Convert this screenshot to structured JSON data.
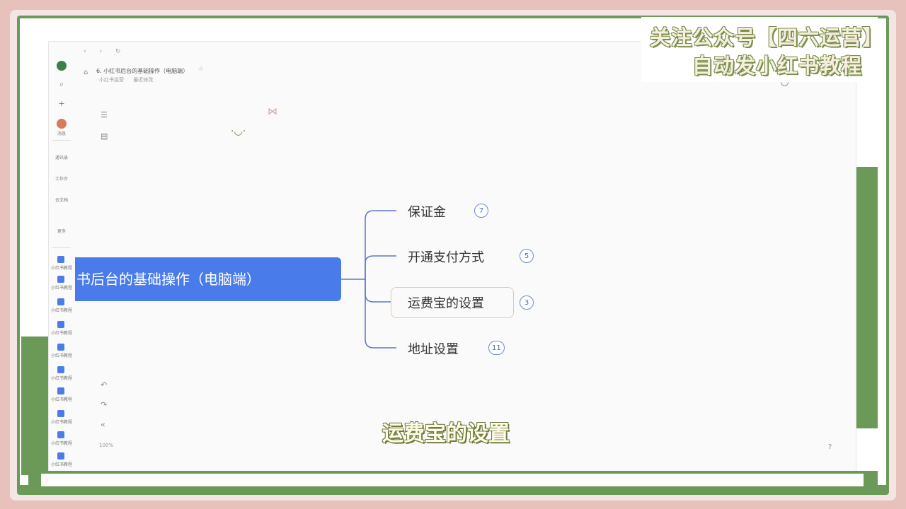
{
  "watermark": {
    "line1": "关注公众号【四六运营】",
    "line2": "自动发小红书教程"
  },
  "subtitle": "运费宝的设置",
  "toolbar": {
    "back_icon": "left-arrow-icon",
    "forward_icon": "right-arrow-icon",
    "refresh_icon": "refresh-icon"
  },
  "document": {
    "title": "6. 小红书后台的基础操作（电脑端）",
    "meta_left": "小红书运营",
    "meta_right": "最近修改"
  },
  "app_sidebar": {
    "items": [
      {
        "label": "消息"
      },
      {
        "label": "通讯录"
      },
      {
        "label": "工作台"
      },
      {
        "label": "云文档"
      },
      {
        "label": "更多"
      }
    ],
    "doc_items": [
      {
        "label": "小红书教程"
      },
      {
        "label": "小红书教程"
      },
      {
        "label": "小红书教程"
      },
      {
        "label": "小红书教程"
      },
      {
        "label": "小红书教程"
      },
      {
        "label": "小红书教程"
      },
      {
        "label": "小红书教程"
      },
      {
        "label": "小红书教程"
      },
      {
        "label": "小红书教程"
      },
      {
        "label": "小红书教程"
      }
    ]
  },
  "mindmap": {
    "root": "书后台的基础操作（电脑端）",
    "branches": [
      {
        "label": "保证金",
        "count": "7"
      },
      {
        "label": "开通支付方式",
        "count": "5"
      },
      {
        "label": "运费宝的设置",
        "count": "3"
      },
      {
        "label": "地址设置",
        "count": "11"
      }
    ]
  },
  "zoom": "100%"
}
